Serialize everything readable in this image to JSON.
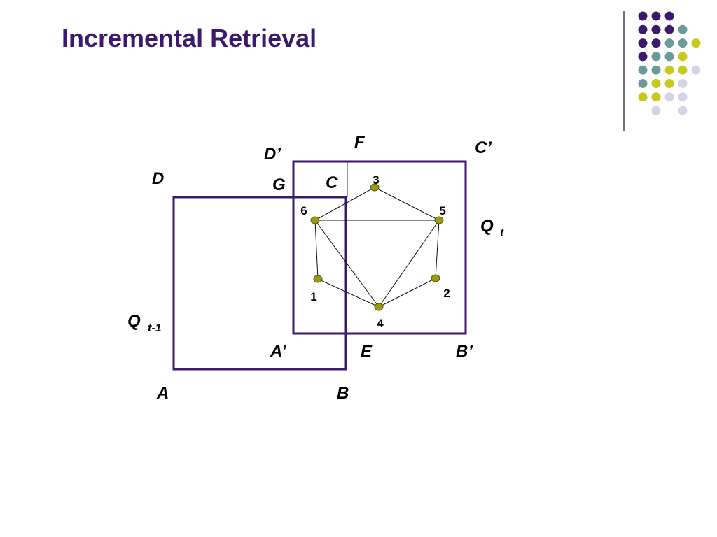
{
  "slide": {
    "title": "Incremental Retrieval"
  },
  "decoration": {
    "dot_rows": [
      [
        "purple",
        "purple",
        "purple",
        "none",
        "none"
      ],
      [
        "purple",
        "purple",
        "purple",
        "teal",
        "none"
      ],
      [
        "purple",
        "purple",
        "teal",
        "teal",
        "yellow"
      ],
      [
        "purple",
        "teal",
        "teal",
        "yellow",
        "none"
      ],
      [
        "teal",
        "teal",
        "yellow",
        "yellow",
        "lavender"
      ],
      [
        "teal",
        "yellow",
        "yellow",
        "lavender",
        "none"
      ],
      [
        "yellow",
        "yellow",
        "lavender",
        "lavender",
        "none"
      ],
      [
        "none",
        "lavender",
        "none",
        "lavender",
        "none"
      ]
    ],
    "colors": {
      "purple": "#3b1a6e",
      "teal": "#6b9a9a",
      "yellow": "#c8c81e",
      "lavender": "#d4d4e6",
      "title": "#3b1a6e",
      "rect_stroke": "#3b1a6e",
      "node_fill": "#9a9a10"
    }
  },
  "diagram": {
    "corner_labels": {
      "A": "A",
      "B": "B",
      "D": "D",
      "C": "C",
      "A_prime": "A’",
      "B_prime": "B’",
      "C_prime": "C’",
      "D_prime": "D’",
      "E": "E",
      "F": "F",
      "G": "G"
    },
    "query_labels": {
      "q_prev_main": "Q",
      "q_prev_sub": "t-1",
      "q_cur_main": "Q",
      "q_cur_sub": "t"
    },
    "nodes": [
      {
        "id": "1",
        "label": "1"
      },
      {
        "id": "2",
        "label": "2"
      },
      {
        "id": "3",
        "label": "3"
      },
      {
        "id": "4",
        "label": "4"
      },
      {
        "id": "5",
        "label": "5"
      },
      {
        "id": "6",
        "label": "6"
      }
    ],
    "edges": [
      [
        "6",
        "3"
      ],
      [
        "3",
        "5"
      ],
      [
        "6",
        "5"
      ],
      [
        "6",
        "1"
      ],
      [
        "6",
        "4"
      ],
      [
        "1",
        "4"
      ],
      [
        "5",
        "4"
      ],
      [
        "5",
        "2"
      ],
      [
        "2",
        "4"
      ]
    ]
  }
}
